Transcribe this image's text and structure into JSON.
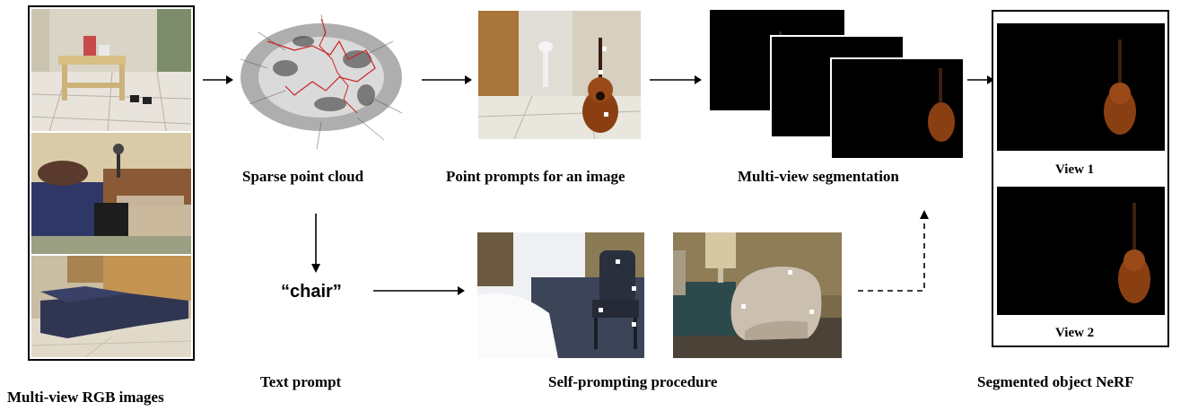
{
  "labels": {
    "rgb_images": "Multi-view RGB images",
    "sparse_cloud": "Sparse point cloud",
    "point_prompts": "Point prompts for an image",
    "multiview_seg": "Multi-view segmentation",
    "view1": "View 1",
    "view2": "View 2",
    "text_prompt": "Text prompt",
    "text_prompt_value": "“chair”",
    "self_prompting": "Self-prompting procedure",
    "segmented_nerf": "Segmented object NeRF"
  },
  "colors": {
    "guitar_body": "#8a3f12",
    "guitar_neck": "#3a2010",
    "trajectory": "#cc2222",
    "background": "#000000"
  }
}
